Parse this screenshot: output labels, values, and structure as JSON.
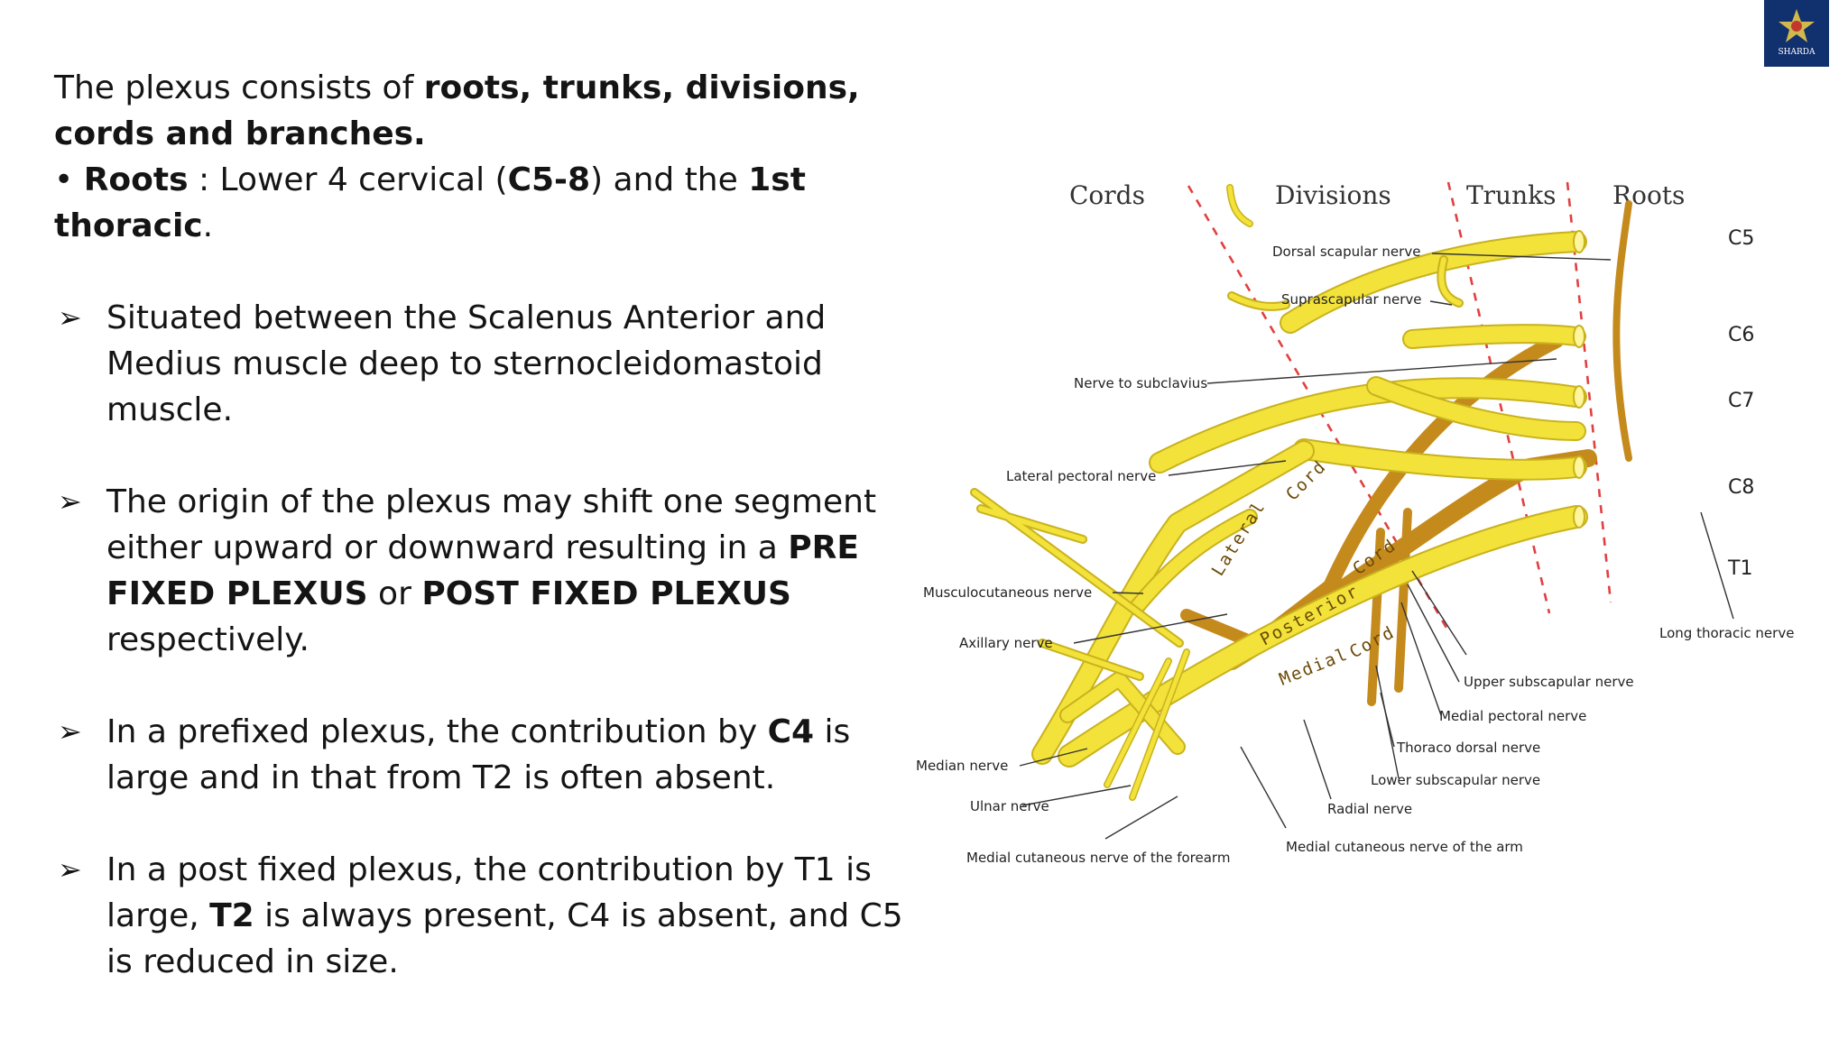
{
  "intro": {
    "p1_a": "The plexus consists of ",
    "p1_b": "roots, trunks, divisions, cords and branches.",
    "p2_bullet": "• ",
    "p2_a": "Roots",
    "p2_b": " : Lower 4 cervical (",
    "p2_c": "C5-8",
    "p2_d": ") and the ",
    "p2_e": "1st thoracic",
    "p2_f": "."
  },
  "bullet_marker": "➢",
  "bullets": {
    "b1": {
      "t1": "Situated between the Scalenus Anterior and Medius muscle deep to sternocleidomastoid muscle."
    },
    "b2": {
      "t1": "The origin of the plexus may shift one segment either upward or downward resulting in a ",
      "t2": "PRE FIXED PLEXUS",
      "t3": " or ",
      "t4": "POST FIXED PLEXUS",
      "t5": " respectively."
    },
    "b3": {
      "t1": "In a prefixed plexus, the contribution by ",
      "t2": "C4",
      "t3": " is large and in that from T2 is often absent."
    },
    "b4": {
      "t1": "In a post fixed plexus, the contribution by T1 is large, ",
      "t2": "T2",
      "t3": " is always present, C4 is absent, and C5 is reduced in size."
    }
  },
  "logo": {
    "text": "SHARDA"
  },
  "diagram": {
    "headers": {
      "cords": "Cords",
      "divisions": "Divisions",
      "trunks": "Trunks",
      "roots": "Roots"
    },
    "roots": {
      "c5": "C5",
      "c6": "C6",
      "c7": "C7",
      "c8": "C8",
      "t1": "T1"
    },
    "cord_labels": {
      "lateral": "Lateral",
      "lateral_cord": "Cord",
      "posterior": "Posterior",
      "posterior_cord": "Cord",
      "medial": "Medial",
      "medial_cord": "Cord"
    },
    "nerves": {
      "dorsal_scapular": "Dorsal scapular nerve",
      "suprascapular": "Suprascapular nerve",
      "subclavius": "Nerve to subclavius",
      "lateral_pectoral": "Lateral pectoral nerve",
      "musculocutaneous": "Musculocutaneous nerve",
      "axillary": "Axillary nerve",
      "median": "Median nerve",
      "ulnar": "Ulnar nerve",
      "medial_cut_forearm": "Medial cutaneous nerve of the forearm",
      "medial_cut_arm": "Medial cutaneous nerve of the arm",
      "radial": "Radial nerve",
      "lower_subscapular": "Lower subscapular nerve",
      "thoracodorsal": "Thoraco dorsal nerve",
      "medial_pectoral": "Medial pectoral nerve",
      "upper_subscapular": "Upper subscapular nerve",
      "long_thoracic": "Long thoracic nerve"
    }
  }
}
